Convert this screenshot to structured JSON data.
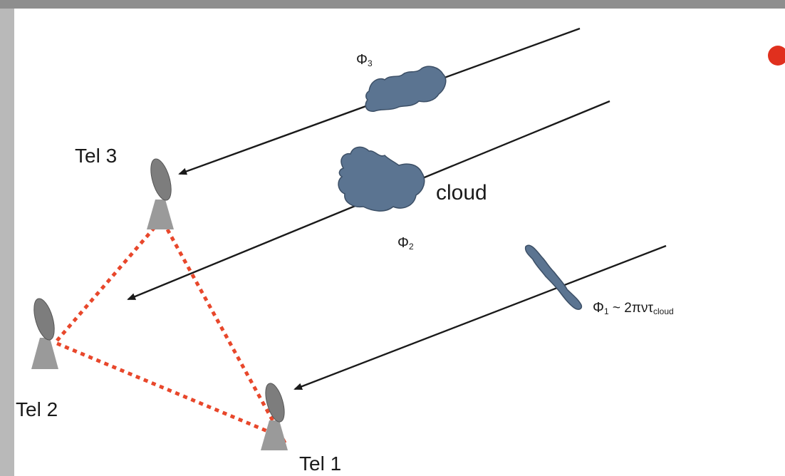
{
  "diagram": {
    "telescopes": [
      {
        "label": "Tel 1"
      },
      {
        "label": "Tel 2"
      },
      {
        "label": "Tel 3"
      }
    ],
    "cloud_label": "cloud",
    "phases": {
      "phi3": {
        "symbol": "Φ",
        "sub": "3"
      },
      "phi2": {
        "symbol": "Φ",
        "sub": "2"
      },
      "phi1": {
        "symbol": "Φ",
        "sub": "1",
        "expr": " ~ 2πντ",
        "expr_sub": "cloud"
      }
    },
    "colors": {
      "baseline": "#e8472b",
      "cloud": "#5b7491",
      "cloud_stroke": "#3c4f66",
      "telescope_dish": "#7d7d7d",
      "telescope_base": "#9a9a9a",
      "arrow": "#1a1a1a",
      "bullet": "#e0301e",
      "frame_top": "#8e8e8e",
      "frame_left": "#b9b9b9"
    }
  }
}
